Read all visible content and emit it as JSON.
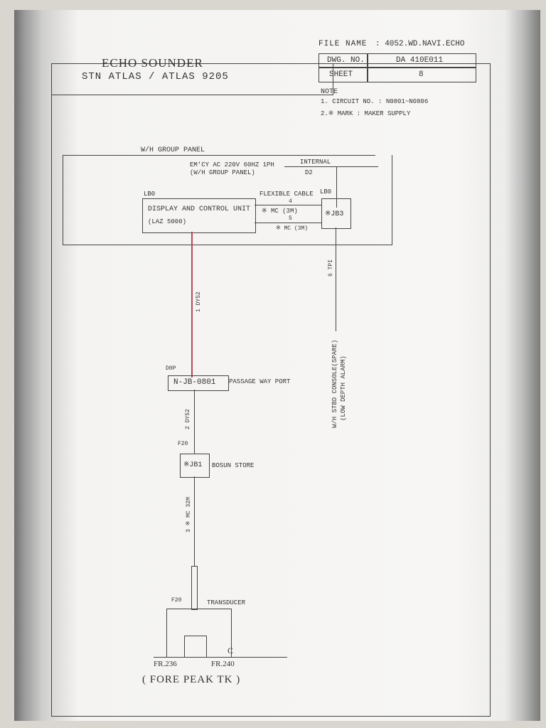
{
  "header": {
    "file_name_label": "FILE NAME",
    "file_name_value": ": 4052.WD.NAVI.ECHO",
    "title_line1": "ECHO SOUNDER",
    "title_line2": "STN ATLAS / ATLAS 9205",
    "dwg_no_label": "DWG. NO.",
    "dwg_no_value": "DA 410E011",
    "sheet_label": "SHEET",
    "sheet_value": "8"
  },
  "notes": {
    "heading": "NOTE",
    "line1": "1. CIRCUIT NO. : N0801~N0806",
    "line2": "2.※ MARK : MAKER SUPPLY"
  },
  "diagram": {
    "group_panel_label": "W/H GROUP PANEL",
    "power_line1": "EM'CY AC 220V 60HZ 1PH",
    "power_line2": "(W/H GROUP PANEL)",
    "internal_label": "INTERNAL",
    "d2_label": "D2",
    "lb0_left": "LB0",
    "lb0_right": "LB0",
    "display_unit_line1": "DISPLAY AND CONTROL UNIT",
    "display_unit_line2": "(LAZ 5000)",
    "flexible_cable": "FLEXIBLE CABLE",
    "cable4_no": "4",
    "cable4_type": "※ MC (3M)",
    "cable5_no": "5",
    "cable5_type": "※ MC (3M)",
    "jb3_label": "※JB3",
    "cable6_label": "6 TPI",
    "cable1_label": "1 DY52",
    "console_line1": "W/H STBD CONSOLE(SPARE)",
    "console_line2": "(LOW DEPTH ALARM)",
    "d0p_label": "D0P",
    "njb_label": "N-JB-0801",
    "passage_label": "PASSAGE WAY PORT",
    "cable2_label": "2 DY52",
    "f20_upper": "F20",
    "jb1_label": "※JB1",
    "bosun_label": "BOSUN STORE",
    "cable3_label": "3 ※ MC 32M",
    "f20_lower": "F20",
    "transducer_label": "TRANSDUCER",
    "cl_mark": "C",
    "fr_left": "FR.236",
    "fr_right": "FR.240",
    "fore_peak": "( FORE PEAK TK )"
  }
}
